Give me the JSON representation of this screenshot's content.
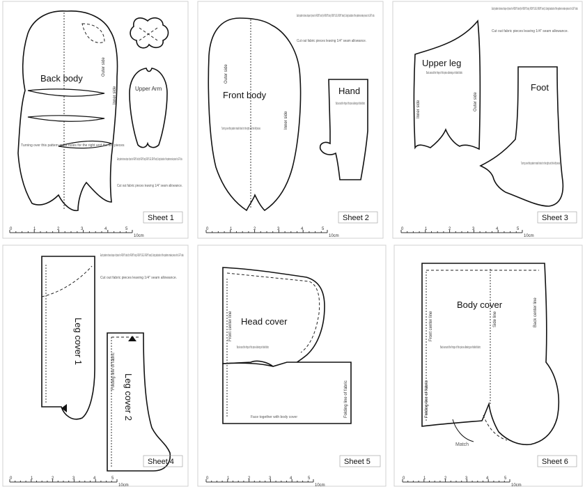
{
  "sheets": [
    {
      "sheet_label": "Sheet 1",
      "pieces": {
        "back_body": "Back body",
        "upper_arm": "Upper Arm",
        "outer_side": "Outer side",
        "inner_side": "Inner side"
      },
      "notes": [
        "Each pattern shows shape of piece for RIGHT side (for RIGHT body, RIGHT LEG, RIGHT hand). Using backside of the patterns make pieces for LEFT side.",
        "Cut out fabric pieces leaving 1/4\" seam allowance.",
        "Turning over this pattern mark holes for the right and the left pieces",
        "Turning over this pattern mark holes for the right and the left pieces"
      ],
      "scale": [
        "0",
        "1",
        "2",
        "3",
        "4",
        "5"
      ],
      "scale_unit": "10cm"
    },
    {
      "sheet_label": "Sheet 2",
      "pieces": {
        "front_body": "Front body",
        "hand": "Hand",
        "outer_side": "Outer side",
        "inner_side": "Inner side"
      },
      "notes": [
        "Each pattern shows shape of piece for RIGHT side (for RIGHT body, RIGHT LEG, RIGHT hand). Using backside of the patterns make pieces for LEFT side.",
        "Cut out fabric pieces leaving 1/4\" seam allowance.",
        "Back around the fringe of this piece allowing an folded fabric",
        "Turning over this pattern mark holes for the right and the left pieces"
      ],
      "scale": [
        "0",
        "1",
        "2",
        "3",
        "4",
        "5"
      ],
      "scale_unit": "10cm"
    },
    {
      "sheet_label": "Sheet 3",
      "pieces": {
        "upper_leg": "Upper leg",
        "foot": "Foot",
        "inner_side": "Inner side",
        "outer_side": "Outer side"
      },
      "notes": [
        "Each pattern shows shape of piece for RIGHT side (for RIGHT body, RIGHT LEG, RIGHT hand). Using backside of the patterns make pieces for LEFT side.",
        "Cut out fabric pieces leaving 1/4\" seam allowance.",
        "Back around the fringe of this piece allowing an folded fabric",
        "Turning over this pattern mark holes for the right and the left pieces"
      ],
      "scale": [
        "0",
        "1",
        "2",
        "3",
        "4",
        "5"
      ],
      "scale_unit": "10cm"
    },
    {
      "sheet_label": "Sheet 4",
      "pieces": {
        "leg_cover_1": "Leg cover 1",
        "leg_cover_2": "Leg cover 2",
        "folding_line": "Folding line of fabric"
      },
      "notes": [
        "Each pattern shows shape of piece for RIGHT side (for RIGHT body, RIGHT LEG, RIGHT hand). Using backside of the patterns make pieces for LEFT side.",
        "Cut out fabric pieces leaving 1/4\" seam allowance."
      ],
      "scale": [
        "0",
        "1",
        "2",
        "3",
        "4",
        "5"
      ],
      "scale_unit": "10cm"
    },
    {
      "sheet_label": "Sheet 5",
      "pieces": {
        "head_cover": "Head cover",
        "front_center_line": "Front center line",
        "folding_line": "Folding line of fabric"
      },
      "notes": [
        "Back around the fringe of this piece allowing an folded fabric",
        "Face together with body cover"
      ],
      "scale": [
        "0",
        "1",
        "2",
        "3",
        "4",
        "5"
      ],
      "scale_unit": "10cm"
    },
    {
      "sheet_label": "Sheet 6",
      "pieces": {
        "body_cover": "Body cover",
        "front_center_line": "Front center line",
        "side_line": "Side line",
        "back_center_line": "Back center line",
        "folding_line": "Folding line of fabric"
      },
      "notes": [
        "Back around the fringe of this piece allowing an folded fabric",
        "Match"
      ],
      "scale": [
        "0",
        "1",
        "2",
        "3",
        "4",
        "5"
      ],
      "scale_unit": "10cm"
    }
  ]
}
